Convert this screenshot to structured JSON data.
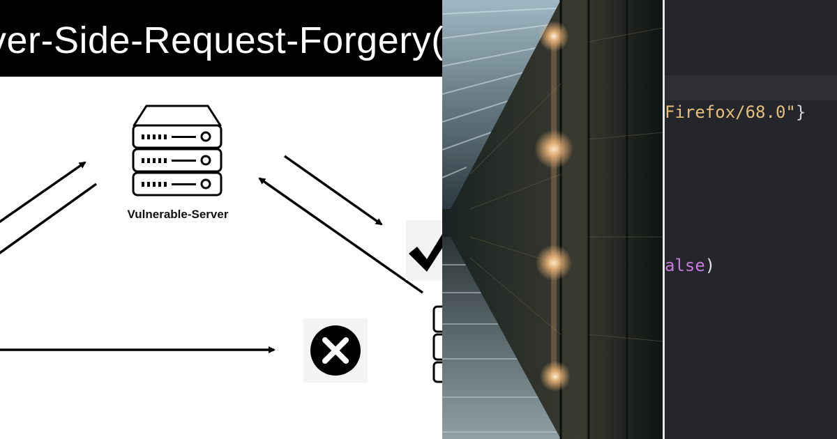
{
  "diagram": {
    "title": "ver-Side-Request-Forgery(",
    "server_label": "Vulnerable-Server",
    "icons": [
      "server-icon",
      "checkmark-icon",
      "cross-circle-icon"
    ]
  },
  "photo": {
    "subject": "data-center-corridor-photo"
  },
  "code": {
    "line1_text": "Firefox/68.0\"",
    "line1_brace": "}",
    "line2_text": "alse",
    "line2_paren": ")"
  },
  "colors": {
    "title_bar": "#000000",
    "code_bg": "#25262b",
    "string_yellow": "#e5c07b",
    "keyword_purple": "#c678dd"
  }
}
